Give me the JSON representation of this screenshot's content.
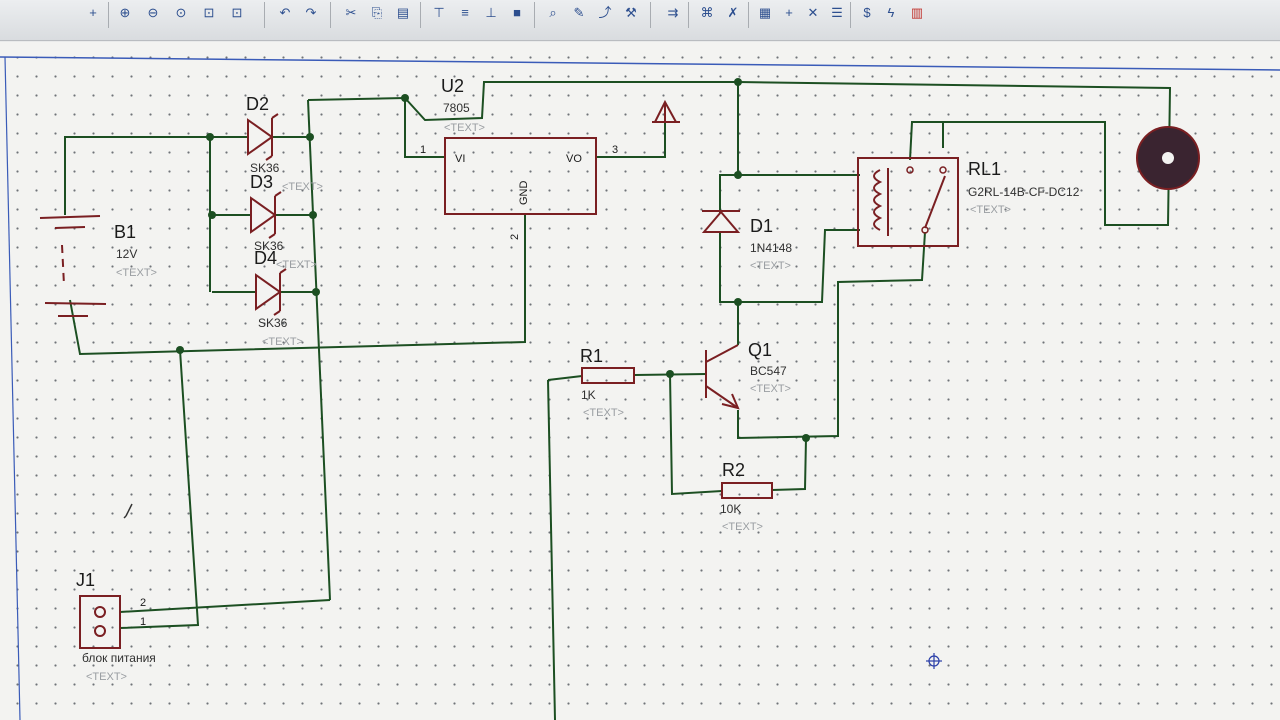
{
  "toolbar": {
    "buttons": [
      {
        "icon": "cross-icon",
        "glyph": "+"
      },
      {
        "icon": "zoom-in-icon",
        "glyph": "⊕"
      },
      {
        "icon": "zoom-out-icon",
        "glyph": "⊖"
      },
      {
        "icon": "zoom-fit-icon",
        "glyph": "⊙"
      },
      {
        "icon": "zoom-area-icon",
        "glyph": "⊡"
      },
      {
        "icon": "undo-icon",
        "glyph": "↶"
      },
      {
        "icon": "redo-icon",
        "glyph": "↷"
      },
      {
        "icon": "cut-icon",
        "glyph": "✂"
      },
      {
        "icon": "copy-icon",
        "glyph": "⎘"
      },
      {
        "icon": "paste-icon",
        "glyph": "▤"
      },
      {
        "icon": "align-top-icon",
        "glyph": "⊤"
      },
      {
        "icon": "align-middle-icon",
        "glyph": "≡"
      },
      {
        "icon": "align-bottom-icon",
        "glyph": "⊥"
      },
      {
        "icon": "fill-icon",
        "glyph": "■"
      },
      {
        "icon": "find-icon",
        "glyph": "⌕"
      },
      {
        "icon": "tools-icon",
        "glyph": "✎"
      },
      {
        "icon": "wire-icon",
        "glyph": "⤴"
      },
      {
        "icon": "hammer-icon",
        "glyph": "⚒"
      },
      {
        "icon": "netlist-icon",
        "glyph": "⇉"
      },
      {
        "icon": "binoculars-icon",
        "glyph": "⌘"
      },
      {
        "icon": "wrench-icon",
        "glyph": "✗"
      },
      {
        "icon": "sheet-icon",
        "glyph": "▦"
      },
      {
        "icon": "add-sheet-icon",
        "glyph": "+"
      },
      {
        "icon": "erc-icon",
        "glyph": "✕"
      },
      {
        "icon": "bom-icon",
        "glyph": "☰"
      },
      {
        "icon": "export-icon",
        "glyph": "$"
      },
      {
        "icon": "lightning-icon",
        "glyph": "ϟ"
      },
      {
        "icon": "mfg-icon",
        "glyph": "▥"
      }
    ]
  },
  "schematic": {
    "placeholder": "<TEXT>",
    "components": {
      "d2": {
        "ref": "D2",
        "value": "SK36"
      },
      "d3": {
        "ref": "D3",
        "value": "SK36"
      },
      "d4": {
        "ref": "D4",
        "value": "SK36"
      },
      "b1": {
        "ref": "B1",
        "value": "12V"
      },
      "u2": {
        "ref": "U2",
        "value": "7805",
        "pin_vi": "VI",
        "pin_vo": "VO",
        "pin_gnd": "GND",
        "pin1": "1",
        "pin2": "2",
        "pin3": "3"
      },
      "d1": {
        "ref": "D1",
        "value": "1N4148"
      },
      "rl1": {
        "ref": "RL1",
        "value": "G2RL-14B-CF-DC12"
      },
      "q1": {
        "ref": "Q1",
        "value": "BC547"
      },
      "r1": {
        "ref": "R1",
        "value": "1K"
      },
      "r2": {
        "ref": "R2",
        "value": "10K"
      },
      "j1": {
        "ref": "J1",
        "value": "блок питания",
        "pin1": "1",
        "pin2": "2"
      }
    }
  },
  "colors": {
    "wire": "#1c4f22",
    "component": "#7a1f22",
    "canvas": "#f3f3f1",
    "placeholder_text": "#9a9ea2"
  }
}
